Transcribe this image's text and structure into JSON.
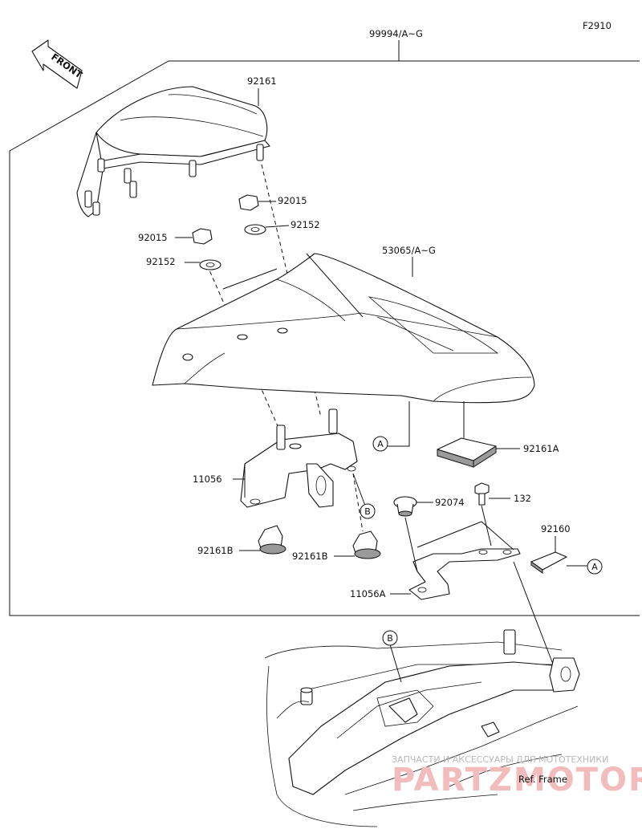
{
  "figure": {
    "code": "F2910",
    "kit_number": "99994/A~G"
  },
  "front_label": "FRONT",
  "parts": {
    "seat_cover": "92161",
    "nut_upper": "92015",
    "washer_upper": "92152",
    "nut_left": "92015",
    "washer_left": "92152",
    "cowl": "53065/A~G",
    "bracket": "11056",
    "pad_block": "92161A",
    "damper_left": "92161B",
    "damper_right": "92161B",
    "grommet": "92074",
    "bolt": "132",
    "bracket_a": "11056A",
    "tape": "92160"
  },
  "callouts": {
    "a_main": "A",
    "b_bracket": "B",
    "a_tape": "A",
    "b_frame": "B"
  },
  "reference": "Ref. Frame",
  "watermark": {
    "line1": "ЗАПЧАСТИ И АКСЕССУАРЫ ДЛЯ МОТОТЕХНИКИ",
    "line2": "PARTZMOTOR.RU"
  }
}
